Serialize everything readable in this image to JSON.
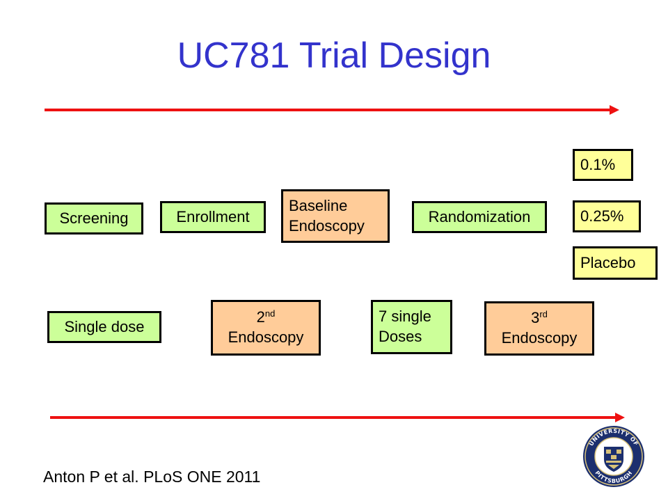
{
  "title": "UC781 Trial Design",
  "colors": {
    "title": "#3333cc",
    "arrow": "#ee1111",
    "green_box": "#ccff99",
    "orange_box": "#ffcc99",
    "yellow_box": "#ffff99"
  },
  "top_row": {
    "screening": "Screening",
    "enrollment": "Enrollment",
    "baseline_line1": "Baseline",
    "baseline_line2": "Endoscopy",
    "randomization": "Randomization"
  },
  "arms": {
    "dose_01": "0.1%",
    "dose_025": "0.25%",
    "placebo": "Placebo"
  },
  "bottom_row": {
    "single_dose": "Single dose",
    "second_num": "2",
    "second_sup": "nd",
    "second_word": "Endoscopy",
    "seven_line1": "7 single",
    "seven_line2": "Doses",
    "third_num": "3",
    "third_sup": "rd",
    "third_word": "Endoscopy"
  },
  "citation": "Anton P et al. PLoS ONE 2011",
  "logo": {
    "icon": "university-of-pittsburgh-seal-icon",
    "text": "UNIVERSITY OF PITTSBURGH"
  }
}
